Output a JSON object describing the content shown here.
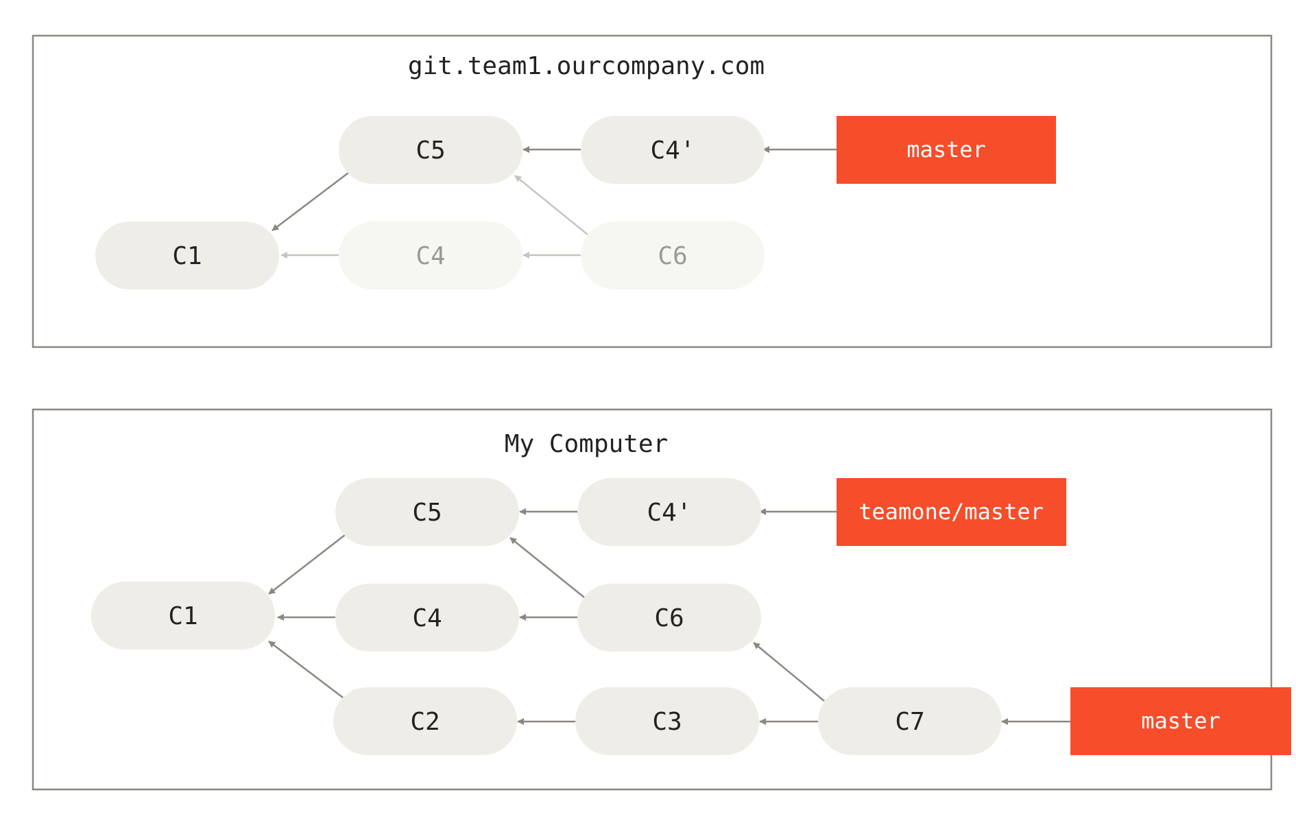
{
  "colors": {
    "frame": "#8b8781",
    "commit_fill": "#eeede7",
    "commit_ghost_fill": "#f6f6f2",
    "arrow": "#8b8781",
    "arrow_ghost": "#c6c4be",
    "ref_fill": "#f64d2b",
    "text": "#222222",
    "text_ghost": "#9b9993",
    "ref_text": "#ffffff"
  },
  "server": {
    "title": "git.team1.ourcompany.com",
    "commits": {
      "c5": "C5",
      "c4prime": "C4'",
      "c1": "C1",
      "c4": "C4",
      "c6": "C6"
    },
    "refs": {
      "master": "master"
    }
  },
  "local": {
    "title": "My Computer",
    "commits": {
      "c5": "C5",
      "c4prime": "C4'",
      "c1": "C1",
      "c4": "C4",
      "c6": "C6",
      "c2": "C2",
      "c3": "C3",
      "c7": "C7"
    },
    "refs": {
      "teamone_master": "teamone/master",
      "master": "master"
    }
  }
}
